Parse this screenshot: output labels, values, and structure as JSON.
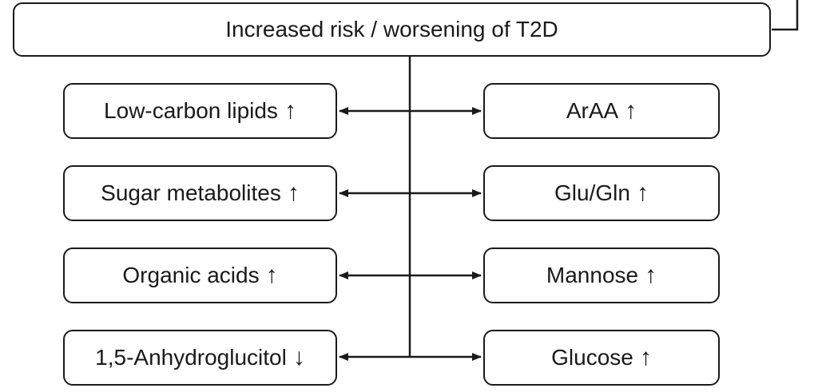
{
  "top": {
    "label": "Increased risk / worsening of T2D"
  },
  "left_items": [
    {
      "label": "Low-carbon lipids",
      "arrow": "↑"
    },
    {
      "label": "Sugar metabolites",
      "arrow": "↑"
    },
    {
      "label": "Organic acids",
      "arrow": "↑"
    },
    {
      "label": "1,5-Anhydroglucitol",
      "arrow": "↓"
    }
  ],
  "right_items": [
    {
      "label": "ArAA",
      "arrow": "↑"
    },
    {
      "label": "Glu/Gln",
      "arrow": "↑"
    },
    {
      "label": "Mannose",
      "arrow": "↑"
    },
    {
      "label": "Glucose",
      "arrow": "↑"
    }
  ],
  "colors": {
    "stroke": "#1a1a1a",
    "background": "#ffffff"
  }
}
